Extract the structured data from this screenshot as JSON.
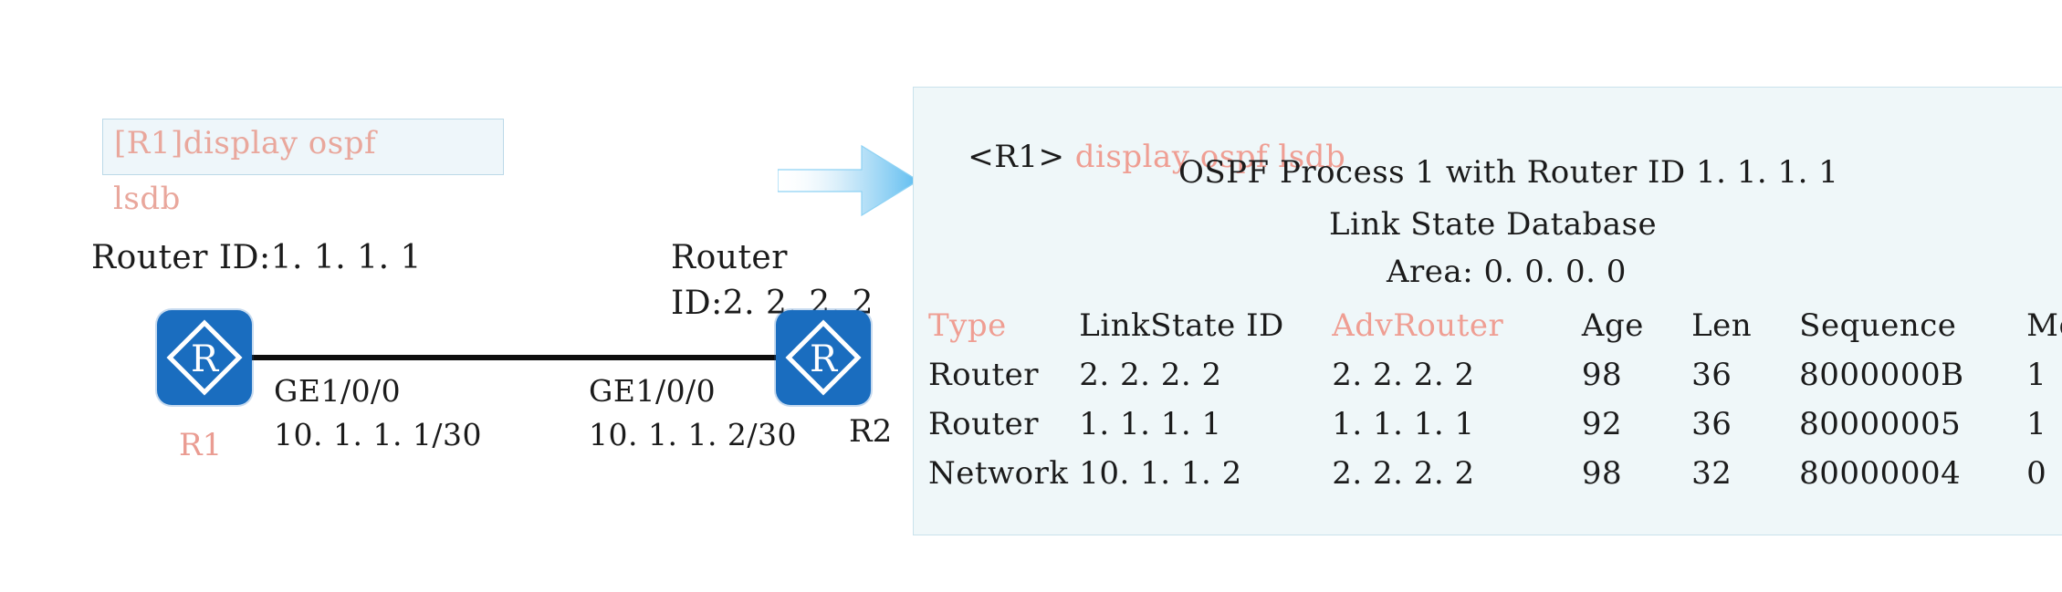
{
  "diagram": {
    "command_box": {
      "line1": "[R1]display ospf",
      "line2": "lsdb"
    },
    "left_router": {
      "router_id_label": "Router ID:1. 1. 1. 1",
      "name": "R1",
      "interface": "GE1/0/0",
      "ip": "10. 1. 1. 1/30",
      "icon": "router-icon",
      "icon_letter": "R"
    },
    "right_router": {
      "router_id_label_line1": "Router",
      "router_id_label_line2": "ID:2. 2. 2. 2",
      "name": "R2",
      "interface": "GE1/0/0",
      "ip": "10. 1. 1. 2/30",
      "icon": "router-icon",
      "icon_letter": "R"
    },
    "flow_arrow_icon": "right-arrow-icon"
  },
  "terminal": {
    "prompt_host": "<R1>",
    "prompt_command": "display ospf lsdb",
    "header_process": "OSPF Process 1 with Router ID 1. 1. 1. 1",
    "header_lsdb": "Link State Database",
    "header_area": "Area: 0. 0. 0. 0",
    "columns": [
      {
        "label": "Type",
        "accent": true
      },
      {
        "label": "LinkState ID",
        "accent": false
      },
      {
        "label": "AdvRouter",
        "accent": true
      },
      {
        "label": "Age",
        "accent": false
      },
      {
        "label": "Len",
        "accent": false
      },
      {
        "label": "Sequence",
        "accent": false
      },
      {
        "label": "Metric",
        "accent": false
      }
    ],
    "rows": [
      {
        "type": "Router",
        "linkstate_id": "2. 2. 2. 2",
        "adv_router": "2. 2. 2. 2",
        "age": "98",
        "len": "36",
        "sequence": "8000000B",
        "metric": "1"
      },
      {
        "type": "Router",
        "linkstate_id": "1. 1. 1. 1",
        "adv_router": "1. 1. 1. 1",
        "age": "92",
        "len": "36",
        "sequence": "80000005",
        "metric": "1"
      },
      {
        "type": "Network",
        "linkstate_id": "10. 1. 1. 2",
        "adv_router": "2. 2. 2. 2",
        "age": "98",
        "len": "32",
        "sequence": "80000004",
        "metric": "0"
      }
    ]
  },
  "colors": {
    "accent_salmon": "#ef9e93",
    "router_blue": "#1a6dbf",
    "panel_bg": "#eff7f9",
    "panel_border": "#c9e2ec",
    "cmdbox_bg": "#eef6fa",
    "cmdbox_border": "#bcd9e8",
    "arrow_blue": "#7cc8f0",
    "text_black": "#1b1b1b"
  }
}
